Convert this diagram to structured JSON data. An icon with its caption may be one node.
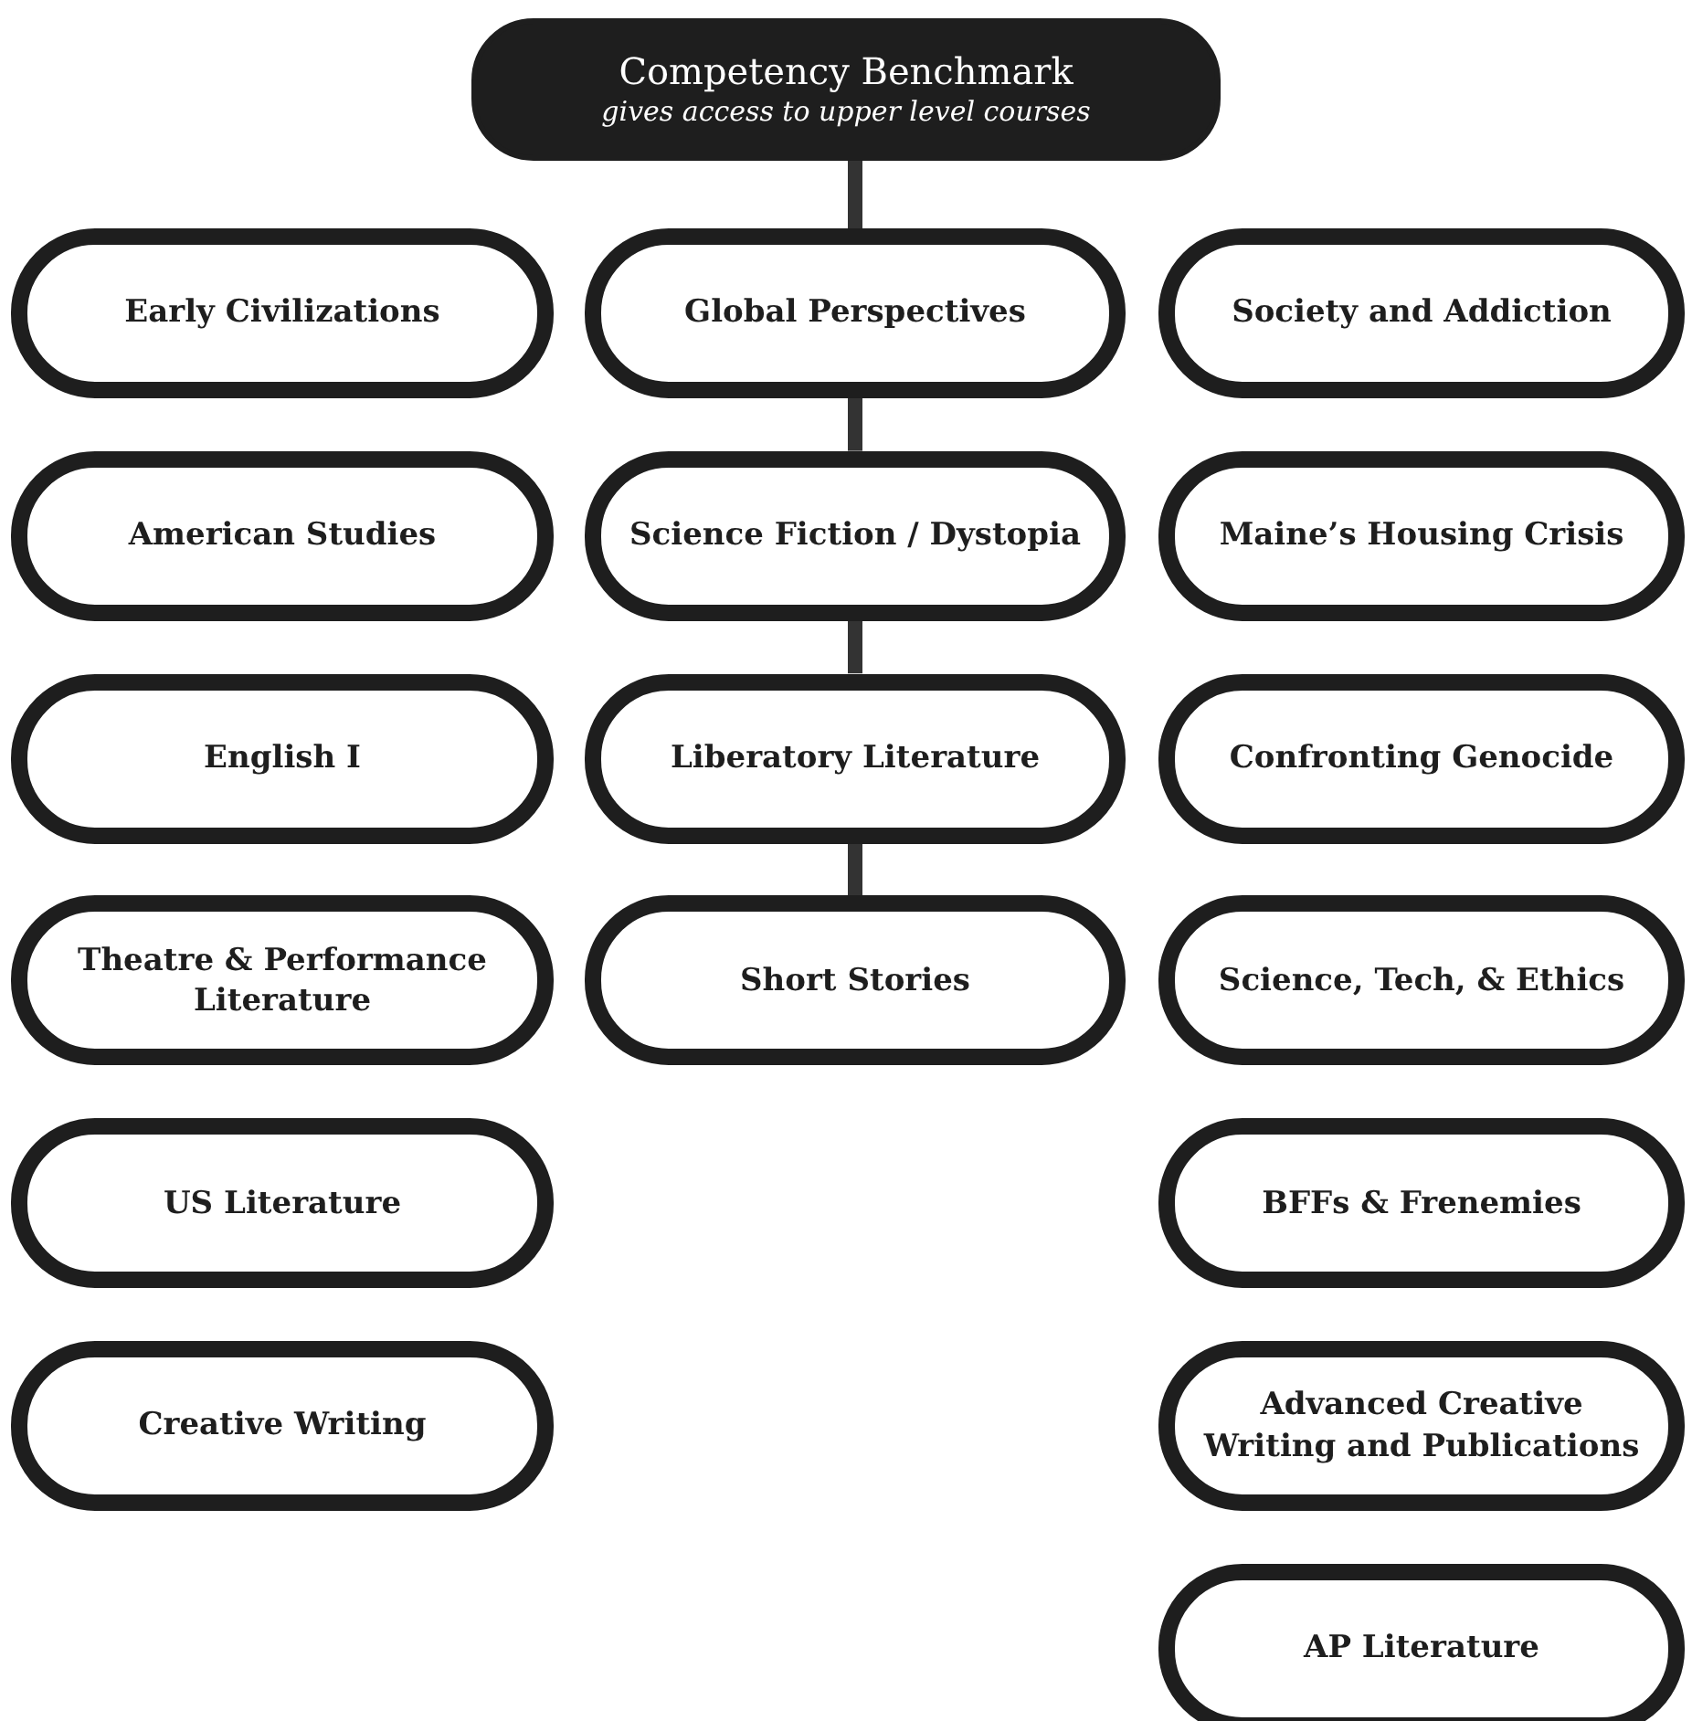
{
  "diagram": {
    "nodes": [
      {
        "text": [
          "Competency Benchmark",
          "gives access to upper level courses"
        ]
      },
      {
        "text": [
          "Early Civilizations"
        ]
      },
      {
        "text": [
          "Global Perspectives"
        ]
      },
      {
        "text": [
          "Society and Addiction"
        ]
      },
      {
        "text": [
          "American Studies"
        ]
      },
      {
        "text": [
          "Science Fiction / Dystopia"
        ]
      },
      {
        "text": [
          "Maine’s Housing Crisis"
        ]
      },
      {
        "text": [
          "English I"
        ]
      },
      {
        "text": [
          "Liberatory Literature"
        ]
      },
      {
        "text": [
          "Confronting Genocide"
        ]
      },
      {
        "text": [
          "Theatre & Performance Literature"
        ]
      },
      {
        "text": [
          "Short Stories"
        ]
      },
      {
        "text": [
          "Science, Tech, & Ethics"
        ]
      },
      {
        "text": [
          "US Literature"
        ]
      },
      {
        "text": [
          "BFFs & Frenemies"
        ]
      },
      {
        "text": [
          "Creative Writing"
        ]
      },
      {
        "text": [
          "Advanced Creative Writing and Publications"
        ]
      },
      {
        "text": [
          "AP Literature"
        ]
      }
    ],
    "edges": [
      {
        "from": 0,
        "to": 2,
        "arrow": "none"
      },
      {
        "from": 2,
        "to": 5,
        "arrow": "none"
      },
      {
        "from": 5,
        "to": 8,
        "arrow": "none"
      },
      {
        "from": 8,
        "to": 11,
        "arrow": "none"
      }
    ]
  }
}
